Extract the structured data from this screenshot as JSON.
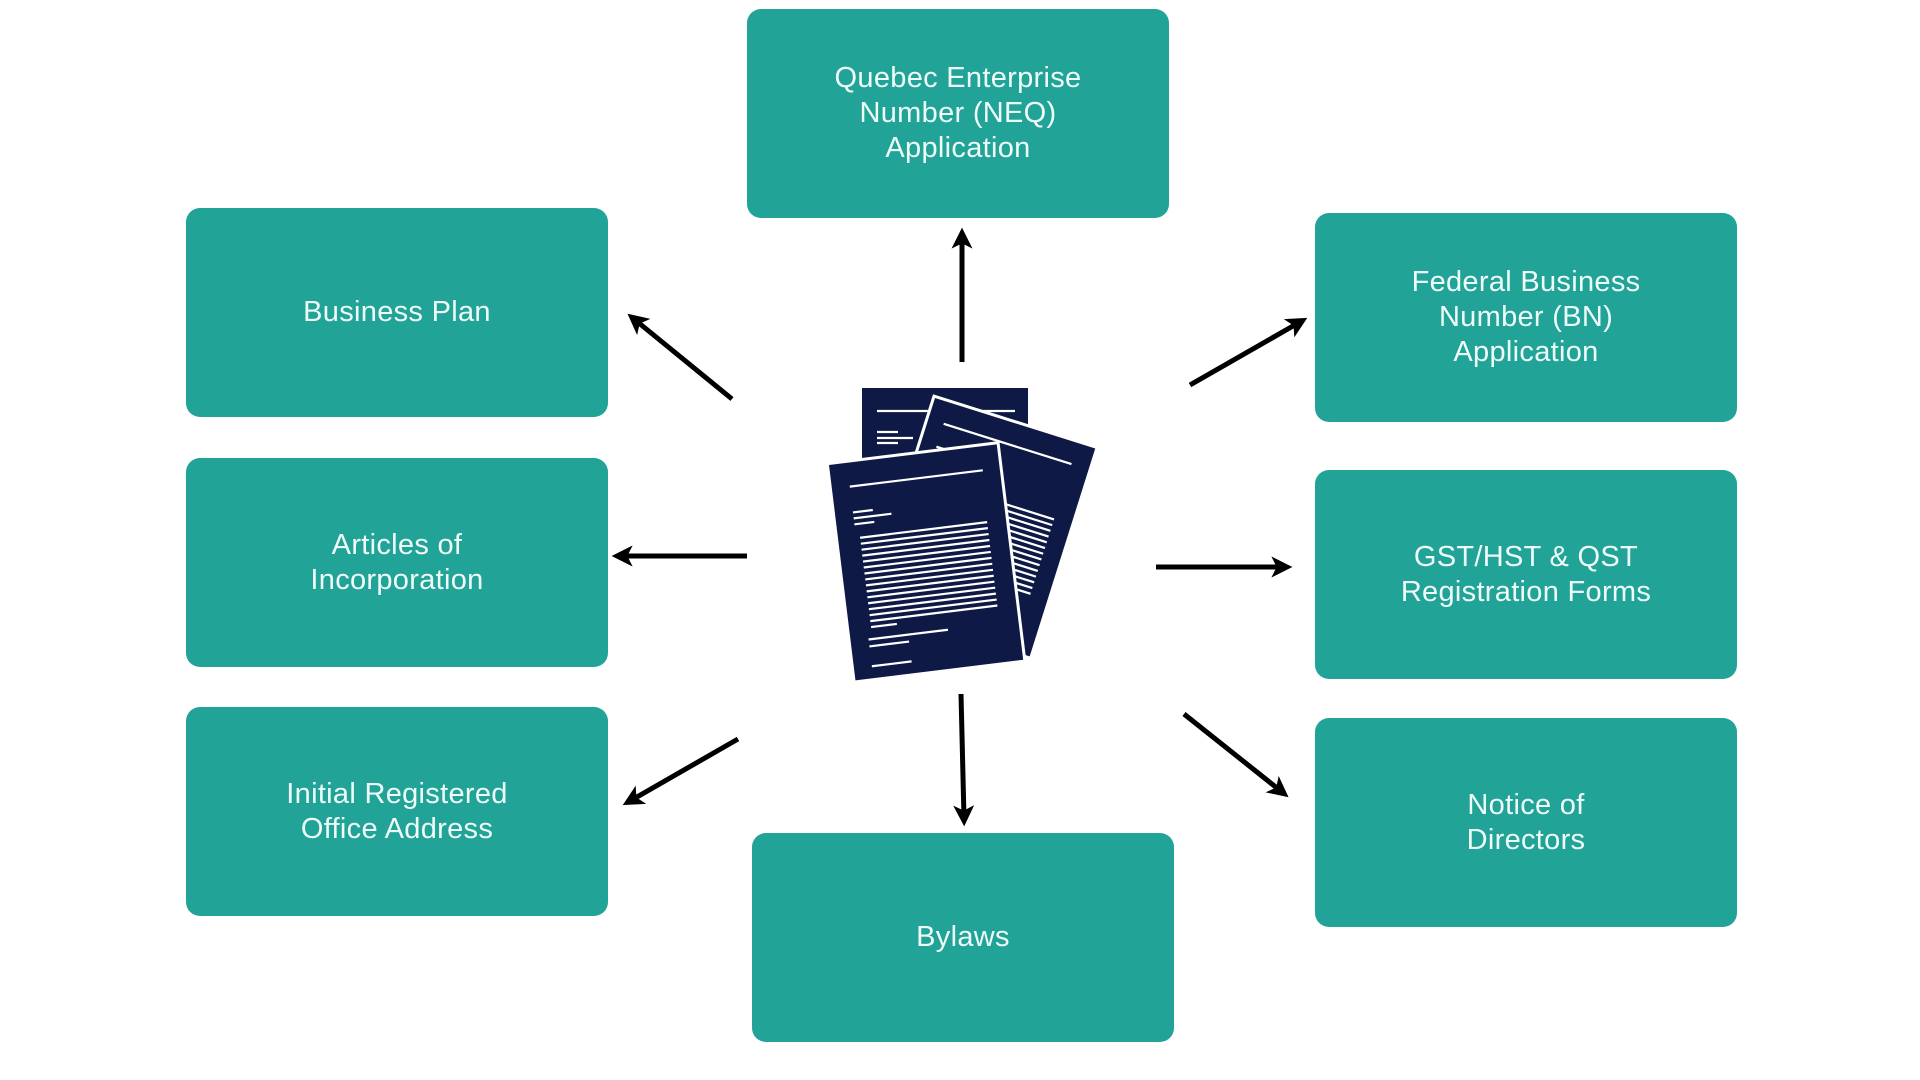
{
  "colors": {
    "box_fill": "#21A398",
    "box_text": "#EEFBF8",
    "arrow": "#000000",
    "document_fill": "#0E1A45",
    "document_lines": "#FFFFFF",
    "background": "#FFFFFF"
  },
  "center": {
    "icon": "stacked-documents-icon"
  },
  "boxes": [
    {
      "id": "neq",
      "label": "Quebec Enterprise\nNumber (NEQ)\nApplication",
      "position": "top"
    },
    {
      "id": "business-plan",
      "label": "Business Plan",
      "position": "upper-left"
    },
    {
      "id": "federal-bn",
      "label": "Federal Business\nNumber (BN)\nApplication",
      "position": "upper-right"
    },
    {
      "id": "articles",
      "label": "Articles of\nIncorporation",
      "position": "left"
    },
    {
      "id": "gst-qst",
      "label": "GST/HST & QST\nRegistration Forms",
      "position": "right"
    },
    {
      "id": "registered-office",
      "label": "Initial Registered\nOffice Address",
      "position": "lower-left"
    },
    {
      "id": "notice-directors",
      "label": "Notice of\nDirectors",
      "position": "lower-right"
    },
    {
      "id": "bylaws",
      "label": "Bylaws",
      "position": "bottom"
    }
  ],
  "edges": [
    {
      "from": "center",
      "to": "neq"
    },
    {
      "from": "center",
      "to": "business-plan"
    },
    {
      "from": "center",
      "to": "federal-bn"
    },
    {
      "from": "center",
      "to": "articles"
    },
    {
      "from": "center",
      "to": "gst-qst"
    },
    {
      "from": "center",
      "to": "registered-office"
    },
    {
      "from": "center",
      "to": "notice-directors"
    },
    {
      "from": "center",
      "to": "bylaws"
    }
  ]
}
